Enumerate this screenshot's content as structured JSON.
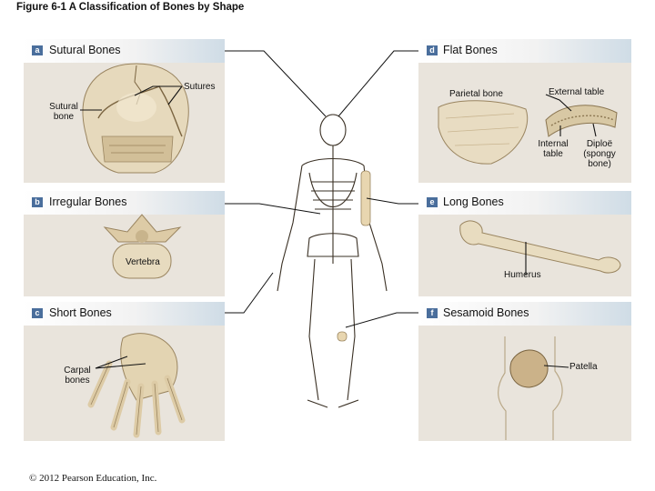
{
  "title": "Figure 6-1 A Classification of Bones by Shape",
  "panels": {
    "a": {
      "badge": "a",
      "title": "Sutural Bones",
      "labels": {
        "sutures": "Sutures",
        "sutural_bone": "Sutural bone"
      }
    },
    "b": {
      "badge": "b",
      "title": "Irregular Bones",
      "labels": {
        "vertebra": "Vertebra"
      }
    },
    "c": {
      "badge": "c",
      "title": "Short Bones",
      "labels": {
        "carpal_bones": "Carpal bones"
      }
    },
    "d": {
      "badge": "d",
      "title": "Flat Bones",
      "labels": {
        "parietal_bone": "Parietal bone",
        "external_table": "External table",
        "internal_table": "Internal table",
        "diploe": "Diploë (spongy bone)"
      }
    },
    "e": {
      "badge": "e",
      "title": "Long Bones",
      "labels": {
        "humerus": "Humerus"
      }
    },
    "f": {
      "badge": "f",
      "title": "Sesamoid Bones",
      "labels": {
        "patella": "Patella"
      }
    }
  },
  "copyright": "© 2012 Pearson Education, Inc.",
  "colors": {
    "panel_bg": "#e9e4dc",
    "badge": "#4a6e9c",
    "bone": "#e8dcc0",
    "bone_shadow": "#c8b48c"
  }
}
